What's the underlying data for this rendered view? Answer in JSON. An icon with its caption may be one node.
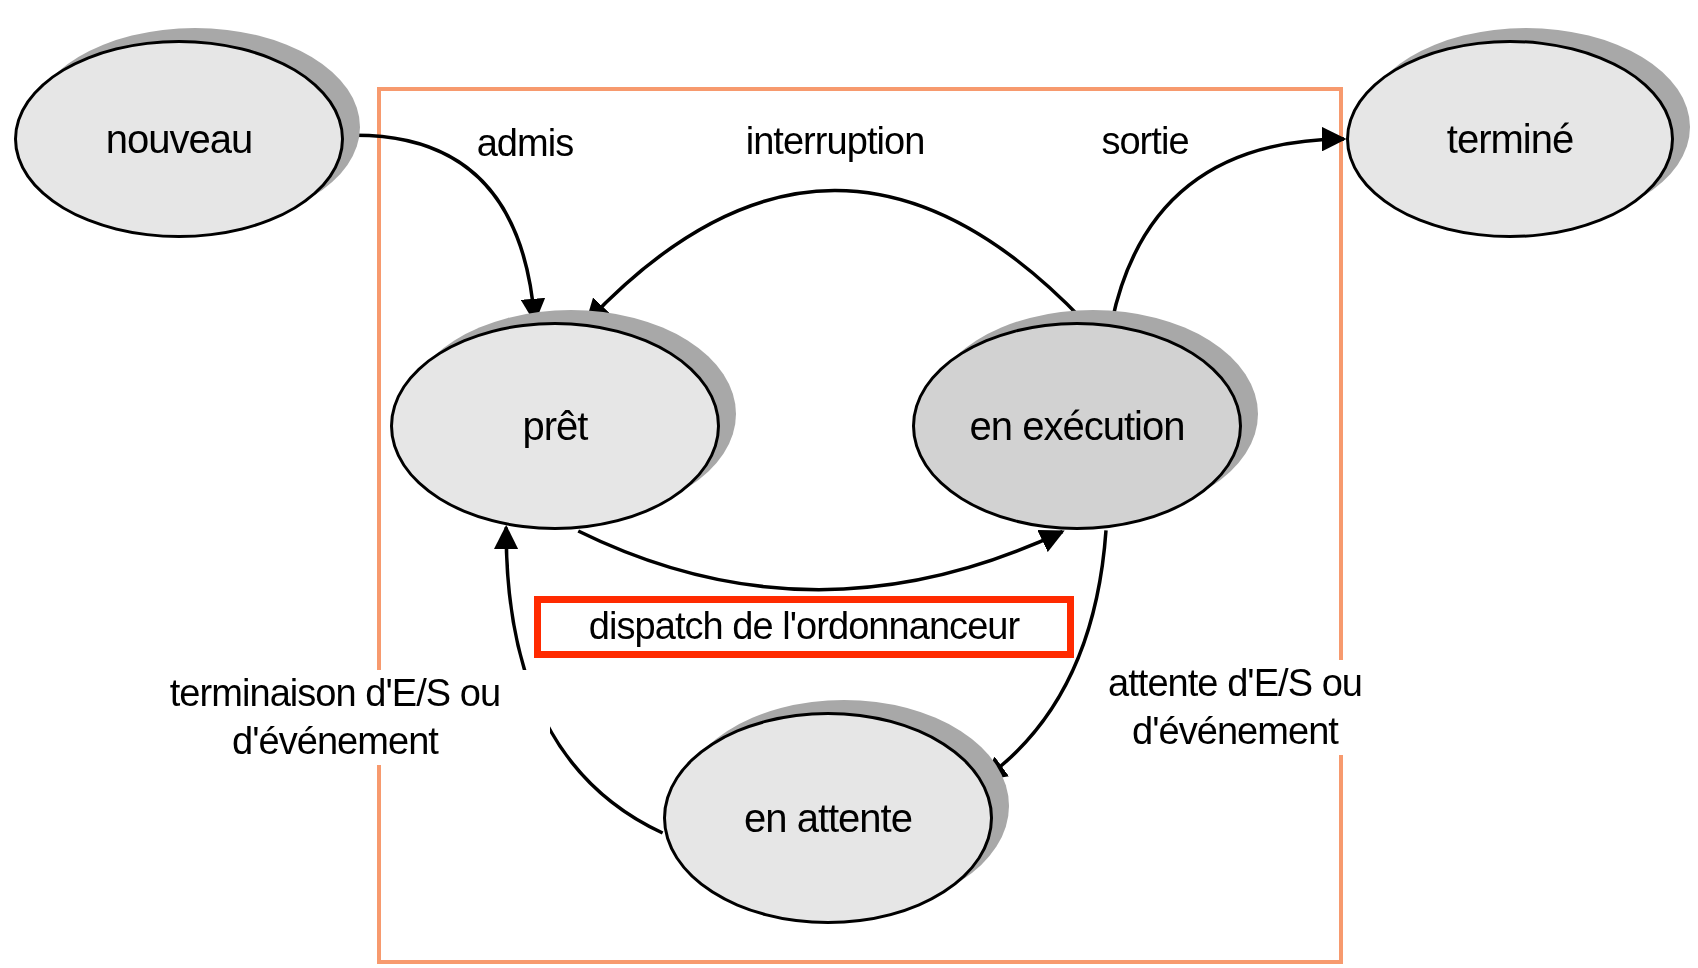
{
  "diagram": {
    "nodes": [
      {
        "text": [
          "nouveau"
        ]
      },
      {
        "text": [
          "terminé"
        ]
      },
      {
        "text": [
          "prêt"
        ]
      },
      {
        "text": [
          "en exécution"
        ]
      },
      {
        "text": [
          "en attente"
        ]
      }
    ],
    "edges": [
      {
        "from": 0,
        "to": 2,
        "arrow": "to",
        "label": "admis"
      },
      {
        "from": 3,
        "to": 2,
        "arrow": "to",
        "label": "interruption"
      },
      {
        "from": 3,
        "to": 1,
        "arrow": "to",
        "label": "sortie"
      },
      {
        "from": 2,
        "to": 3,
        "arrow": "to",
        "label": "dispatch de l'ordonnanceur"
      },
      {
        "from": 3,
        "to": 4,
        "arrow": "to",
        "label": "attente d'E/S ou d'événement"
      },
      {
        "from": 4,
        "to": 2,
        "arrow": "to",
        "label": "terminaison d'E/S ou d'événement"
      }
    ]
  }
}
